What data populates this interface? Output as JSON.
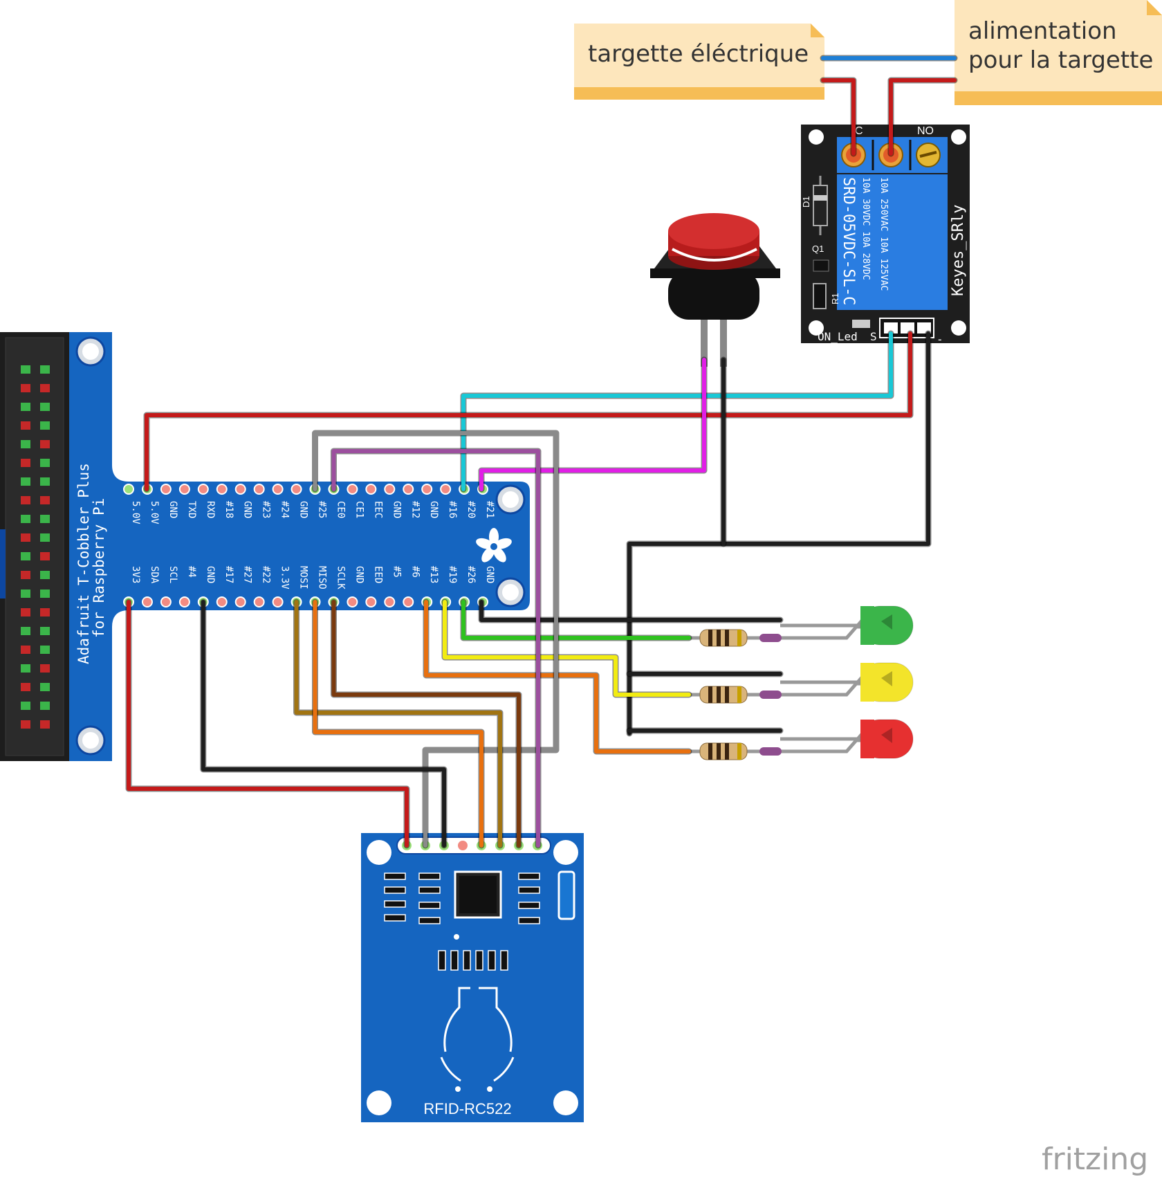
{
  "notes": {
    "lock": "targette éléctrique",
    "supply": [
      "alimentation",
      "pour la targette"
    ]
  },
  "cobbler": {
    "title": [
      "Adafruit T-Cobbler Plus",
      "for Raspberry Pi"
    ],
    "top_labels": [
      "5.0V",
      "5.0V",
      "GND",
      "TXD",
      "RXD",
      "#18",
      "GND",
      "#23",
      "#24",
      "GND",
      "#25",
      "CE0",
      "CE1",
      "EEC",
      "GND",
      "#12",
      "GND",
      "#16",
      "#20",
      "#21"
    ],
    "bottom_labels": [
      "3V3",
      "SDA",
      "SCL",
      "#4",
      "GND",
      "#17",
      "#27",
      "#22",
      "3.3V",
      "MOSI",
      "MISO",
      "SCLK",
      "GND",
      "EED",
      "#5",
      "#6",
      "#13",
      "#19",
      "#26",
      "GND"
    ]
  },
  "relay": {
    "header_left": "C",
    "header_right": "NO",
    "model": "SRD-05VDC-SL-C",
    "ratings": [
      "10A 250VAC  10A 125VAC",
      "10A  30VDC  10A  28VDC"
    ],
    "brand": "Keyes_SRly",
    "parts": [
      "D1",
      "Q1",
      "R1"
    ],
    "led_label": "ON_Led",
    "pin_s": "S",
    "pin_minus": "-"
  },
  "rfid": {
    "label": "RFID-RC522"
  },
  "watermark": "fritzing",
  "colors": {
    "board_blue": "#1565c0",
    "wire_red": "#c41a1a",
    "wire_black": "#1e1e1e",
    "wire_cyan": "#19c8d6",
    "wire_magenta": "#e11ee6",
    "wire_gray": "#8a8a8a",
    "wire_purple": "#9c4f9e",
    "wire_green": "#2fc21f",
    "wire_yellow": "#f2ec12",
    "wire_orange": "#e8700f",
    "wire_brown": "#7a3a0e",
    "wire_olive": "#a17412",
    "led_green": "#3bb54a",
    "led_yellow": "#f3e42a",
    "led_red": "#e63030",
    "note_bg": "#fde6bc",
    "note_bar": "#f6bd56"
  },
  "leds": [
    "green",
    "yellow",
    "red"
  ],
  "icons": [
    "push-button-icon",
    "relay-module-icon",
    "rfid-reader-icon",
    "resistor-icon",
    "led-icon",
    "adafruit-flower-icon"
  ]
}
